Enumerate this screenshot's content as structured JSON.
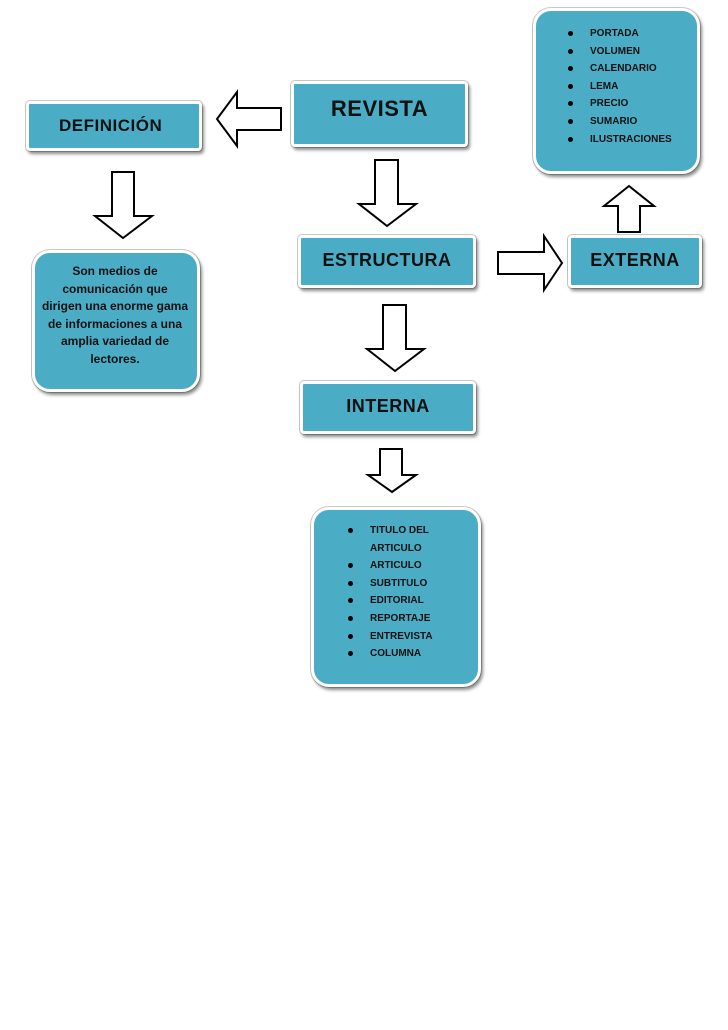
{
  "nodes": {
    "revista": "REVISTA",
    "definicion": "DEFINICIÓN",
    "estructura": "ESTRUCTURA",
    "externa": "EXTERNA",
    "interna": "INTERNA"
  },
  "definition_text": "Son medios de comunicación que dirigen una enorme gama de informaciones a una amplia variedad de lectores.",
  "externa_items": [
    "PORTADA",
    "VOLUMEN",
    "CALENDARIO",
    "LEMA",
    "PRECIO",
    "SUMARIO",
    "ILUSTRACIONES"
  ],
  "interna_items": [
    "TITULO DEL ARTICULO",
    "ARTICULO",
    "SUBTITULO",
    "EDITORIAL",
    "REPORTAJE",
    "ENTREVISTA",
    "COLUMNA"
  ],
  "colors": {
    "box_fill": "#4bacc6",
    "box_border": "#ffffff",
    "arrow_fill": "#ffffff",
    "arrow_stroke": "#000000"
  }
}
